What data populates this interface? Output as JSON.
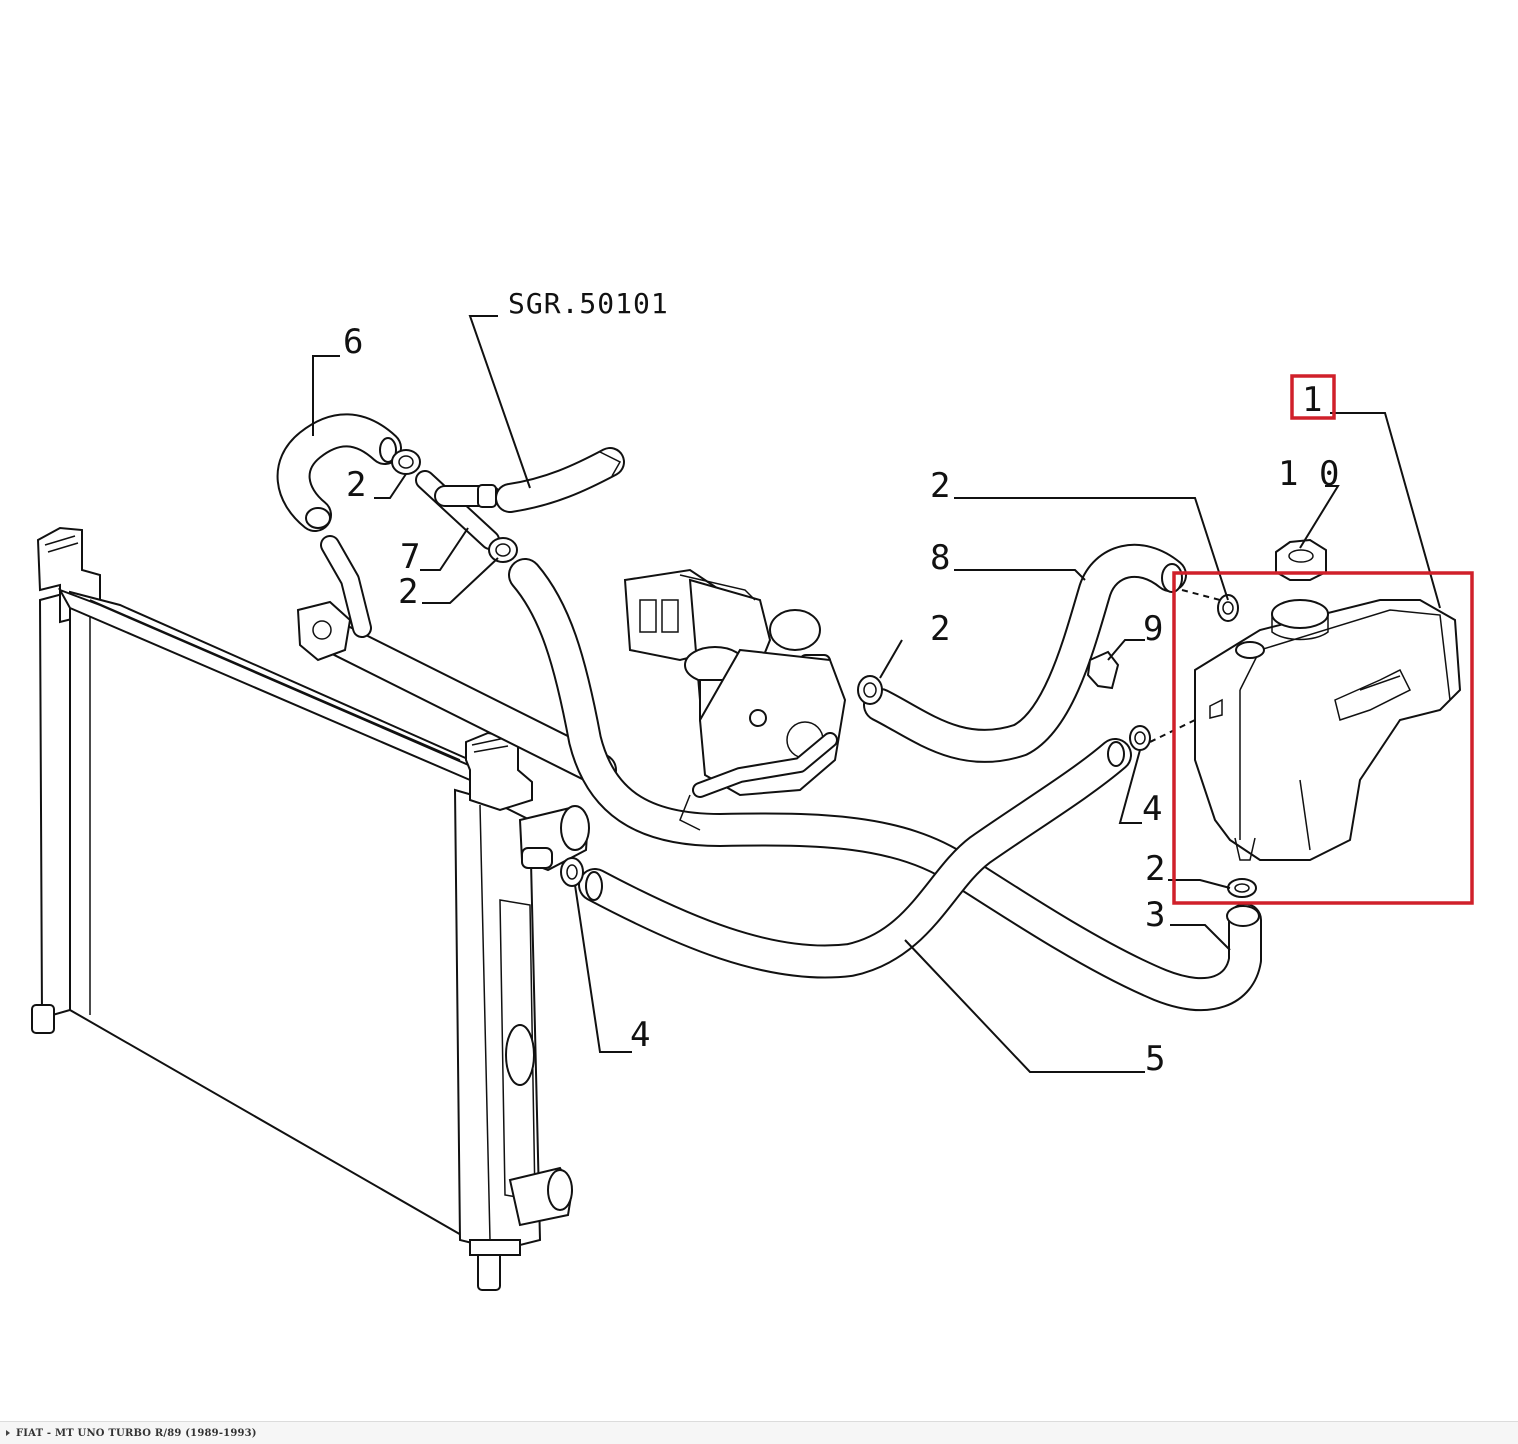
{
  "diagram": {
    "reference_label": "SGR.50101",
    "callouts": {
      "c1": "1",
      "c10": "1 0",
      "c6": "6",
      "c2a": "2",
      "c7": "7",
      "c2b": "2",
      "c2c": "2",
      "c8": "8",
      "c2d": "2",
      "c9": "9",
      "c4a": "4",
      "c2e": "2",
      "c3": "3",
      "c4b": "4",
      "c5": "5"
    },
    "highlight_color": "#d0202a"
  },
  "status_bar": {
    "text": "FIAT - MT UNO TURBO R/89 (1989-1993)"
  }
}
